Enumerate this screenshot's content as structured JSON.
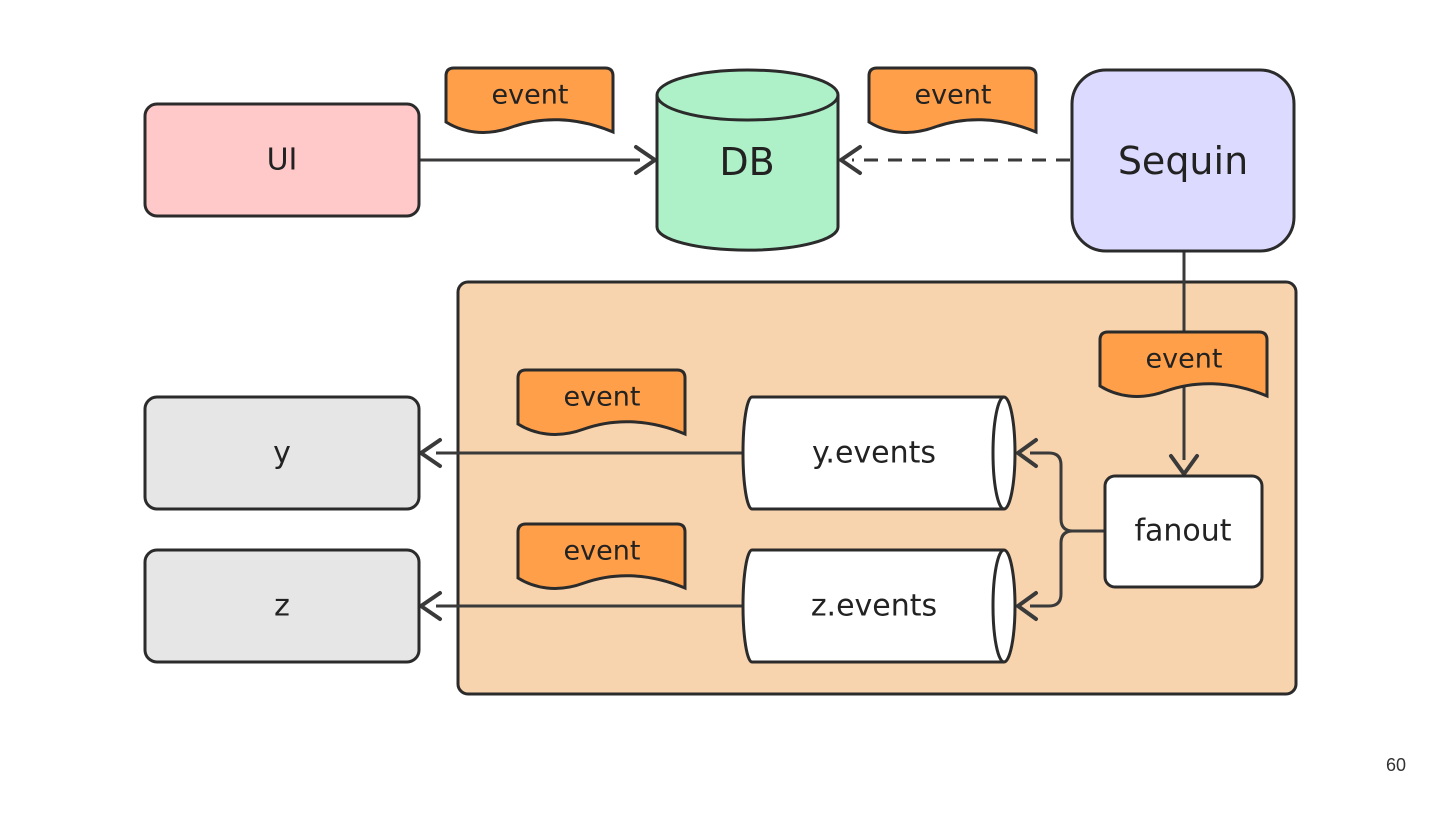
{
  "nodes": {
    "ui": "UI",
    "db": "DB",
    "sequin": "Sequin",
    "y": "y",
    "z": "z",
    "y_events": "y.events",
    "z_events": "z.events",
    "fanout": "fanout"
  },
  "tags": {
    "ui_to_db": "event",
    "sequin_to_db": "event",
    "sequin_to_fanout": "event",
    "y_events_to_y": "event",
    "z_events_to_z": "event"
  },
  "page_number": "60",
  "colors": {
    "ui_fill": "#FFC9C9",
    "db_fill": "#AEF0C8",
    "sequin_fill": "#DCDAFF",
    "consumer_fill": "#E6E6E6",
    "group_fill": "#F7D3AE",
    "tag_fill": "#FF9F4A",
    "stroke": "#2B2B2B",
    "arrow": "#3A3A3A"
  }
}
